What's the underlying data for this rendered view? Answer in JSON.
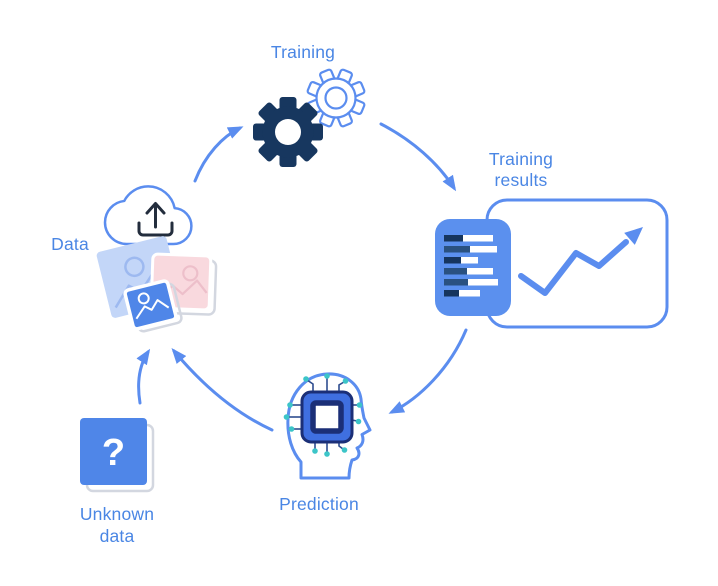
{
  "colors": {
    "bg": "#ffffff",
    "blue": "#5b8def",
    "label": "#4a86e4",
    "navy": "#17375f",
    "bar-dark": "#16355e",
    "bar-mid": "#2a5180",
    "fill-blue": "#5b90ee",
    "bright-blue": "#4f86e8",
    "light-blue": "#c3d6f8",
    "light-blue-glyph": "#9db9f0",
    "pink": "#f9d9de",
    "pink-glyph": "#edbfca",
    "teal": "#3cc5c8",
    "chip-fill": "#3f6fe0",
    "chip-dark": "#1b2f77",
    "trace": "#2e4d8f",
    "shadow": "#d3d7e0",
    "upload-dark": "#232d3d"
  },
  "nodes": {
    "training": {
      "label": "Training"
    },
    "training_results": {
      "line1": "Training",
      "line2": "results"
    },
    "data": {
      "label": "Data"
    },
    "prediction": {
      "label": "Prediction"
    },
    "unknown_data": {
      "line1": "Unknown",
      "line2": "data",
      "symbol": "?"
    }
  },
  "edges": [
    {
      "from": "data",
      "to": "training"
    },
    {
      "from": "training",
      "to": "training_results"
    },
    {
      "from": "training_results",
      "to": "prediction"
    },
    {
      "from": "prediction",
      "to": "data"
    },
    {
      "from": "unknown_data",
      "to": "data"
    }
  ],
  "icons": {
    "training": "gears-icon",
    "training_results": "document-bars-icon, trend-chart-icon",
    "data": "cloud-upload-icon, image-stack-icon",
    "prediction": "head-chip-icon",
    "unknown_data": "question-box-icon"
  }
}
